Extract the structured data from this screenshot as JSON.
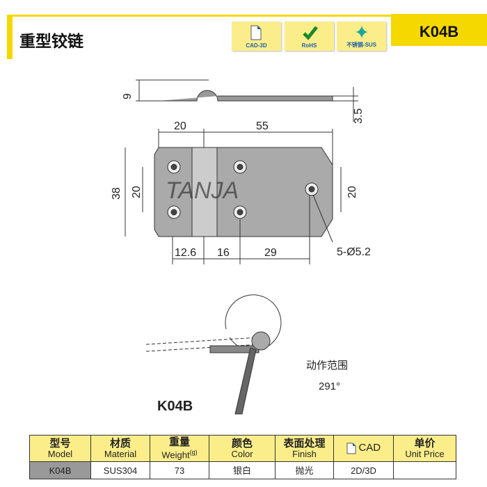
{
  "header": {
    "title": "重型铰链",
    "model": "K04B",
    "badges": [
      {
        "label": "CAD-3D",
        "icon": "document-icon"
      },
      {
        "label": "RoHS",
        "icon": "check-icon"
      },
      {
        "label": "不锈钢-SUS",
        "icon": "sparkle-icon"
      }
    ]
  },
  "drawing": {
    "dims": {
      "thickness": "9",
      "leaf": "3.5",
      "left_width": "20",
      "right_width": "55",
      "height": "38",
      "hole_pitch_left": "20",
      "hole_pitch_right": "20",
      "d1": "12.6",
      "d2": "16",
      "d3": "29",
      "holes": "5-Ø5.2"
    },
    "watermark": "TANJA",
    "rotation_label": "动作范围",
    "rotation_value": "291°",
    "model_label": "K04B"
  },
  "table": {
    "headers": [
      {
        "zh": "型号",
        "en": "Model"
      },
      {
        "zh": "材质",
        "en": "Material"
      },
      {
        "zh": "重量",
        "en": "Weight",
        "unit": "(g)"
      },
      {
        "zh": "颜色",
        "en": "Color"
      },
      {
        "zh": "表面处理",
        "en": "Finish"
      },
      {
        "zh": "",
        "en": "CAD"
      },
      {
        "zh": "单价",
        "en": "Unit Price"
      }
    ],
    "row": [
      "K04B",
      "SUS304",
      "73",
      "银白",
      "抛光",
      "2D/3D",
      ""
    ]
  }
}
